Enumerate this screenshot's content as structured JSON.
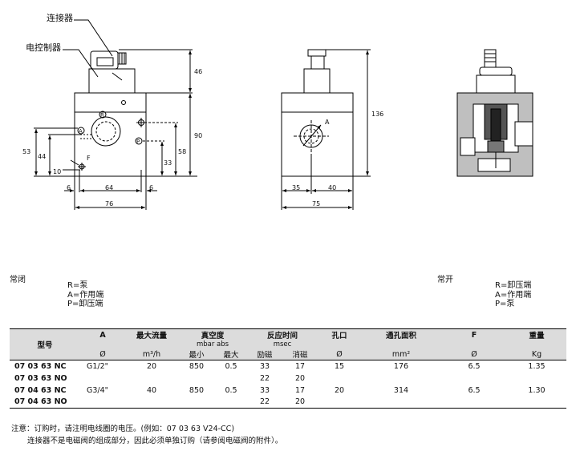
{
  "drawing": {
    "label_connector": "连接器",
    "label_controller": "电控制器",
    "dim_46": "46",
    "dim_90": "90",
    "dim_53": "53",
    "dim_44": "44",
    "dim_58": "58",
    "dim_33": "33",
    "dim_10": "10",
    "dim_6_left": "6",
    "dim_64": "64",
    "dim_6_right": "6",
    "dim_76": "76",
    "dim_136": "136",
    "dim_35": "35",
    "dim_40": "40",
    "dim_75": "75",
    "port_R": "R",
    "port_A": "A",
    "port_P": "P",
    "mark_F": "F",
    "mark_A": "A"
  },
  "symbols": {
    "nc": {
      "title": "常闭",
      "legend": [
        "R=泵",
        "A=作用端",
        "P=卸压端"
      ]
    },
    "no": {
      "title": "常开",
      "legend": [
        "R=卸压端",
        "A=作用端",
        "P=泵"
      ]
    }
  },
  "table": {
    "headers": {
      "model": "型号",
      "a": "A",
      "flow": "最大流量",
      "vacuum": "真空度",
      "response": "反应时间",
      "orifice": "孔口",
      "area": "通孔面积",
      "f": "F",
      "weight": "重量"
    },
    "subheaders": {
      "vacuum_unit": "mbar abs",
      "response_unit": "msec"
    },
    "units": {
      "a": "Ø",
      "flow": "m³/h",
      "vac_min": "最小",
      "vac_max": "最大",
      "resp_on": "励磁",
      "resp_off": "消磁",
      "orifice": "Ø",
      "area": "mm²",
      "f": "Ø",
      "weight": "Kg"
    },
    "rows": [
      {
        "model": "07 03 63 NC",
        "a": "G1/2\"",
        "flow": "20",
        "vmin": "850",
        "vmax": "0.5",
        "on": "33",
        "off": "17",
        "orifice": "15",
        "area": "176",
        "f": "6.5",
        "weight": "1.35"
      },
      {
        "model": "07 03 63 NO",
        "a": "",
        "flow": "",
        "vmin": "",
        "vmax": "",
        "on": "22",
        "off": "20",
        "orifice": "",
        "area": "",
        "f": "",
        "weight": ""
      },
      {
        "model": "07 04 63 NC",
        "a": "G3/4\"",
        "flow": "40",
        "vmin": "850",
        "vmax": "0.5",
        "on": "33",
        "off": "17",
        "orifice": "20",
        "area": "314",
        "f": "6.5",
        "weight": "1.30"
      },
      {
        "model": "07 04 63 NO",
        "a": "",
        "flow": "",
        "vmin": "",
        "vmax": "",
        "on": "22",
        "off": "20",
        "orifice": "",
        "area": "",
        "f": "",
        "weight": ""
      }
    ]
  },
  "notes": {
    "line1": "注意：订购时，请注明电线圈的电压。(例如：07 03 63 V24-CC)",
    "line2": "连接器不是电磁阀的组成部分，因此必须单独订购（请参阅电磁阀的附件）。"
  }
}
